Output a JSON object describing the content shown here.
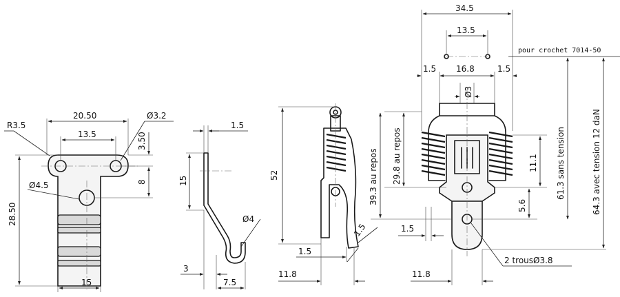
{
  "view1": {
    "radius": "R3.5",
    "width_top": "20.50",
    "hole_spacing": "13.5",
    "hole_top": "Ø3.2",
    "offset_top": "3.50",
    "offset_mid": "8",
    "hole_center": "Ø4.5",
    "height": "28.50",
    "width_bottom": "15"
  },
  "view2": {
    "thickness": "1.5",
    "height": "15",
    "hook_dia": "Ø4",
    "hook_offset": "3",
    "hook_width": "7.5"
  },
  "view3": {
    "height": "52",
    "tip_offset": "1.5",
    "nose_offset": "1.5",
    "depth": "11.8"
  },
  "view4": {
    "width_overall": "34.5",
    "hole_spacing": "13.5",
    "note": "pour crochet 7014-50",
    "edge_left": "1.5",
    "inner_width": "16.8",
    "edge_right": "1.5",
    "axle": "Ø3",
    "rest_short": "29.8 au repos",
    "rest_long": "39.3 au repos",
    "side_height": "11.1",
    "no_tension": "61.3 sans tension",
    "with_tension": "64.3 avec tension 12 daN",
    "hole_offset": "5.6",
    "plate_thickness": "1.5",
    "holes": "2 trousØ3.8",
    "depth": "11.8"
  }
}
